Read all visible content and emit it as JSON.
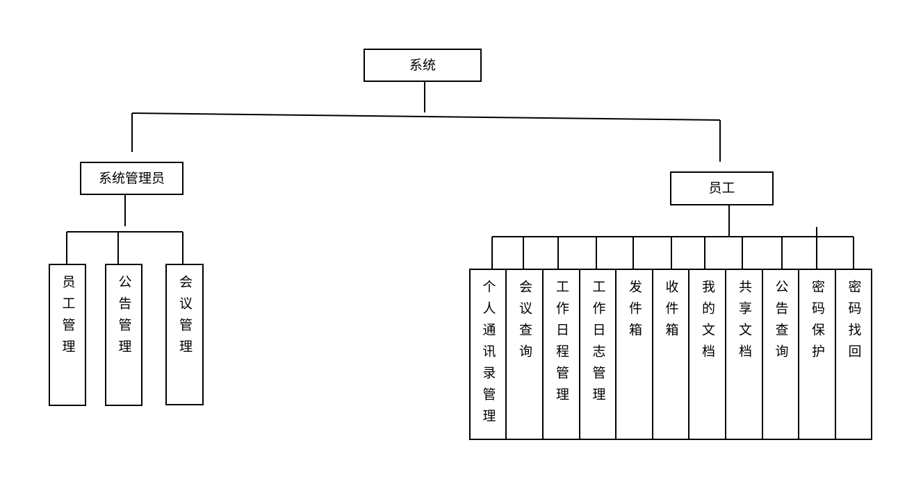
{
  "root": {
    "label": "系统"
  },
  "admin": {
    "label": "系统管理员",
    "children": [
      "员工管理",
      "公告管理",
      "会议管理"
    ]
  },
  "employee": {
    "label": "员工",
    "children": [
      "个人通讯录管理",
      "会议查询",
      "工作日程管理",
      "工作日志管理",
      "发件箱",
      "收件箱",
      "我的文档",
      "共享文档",
      "公告查询",
      "密码保护",
      "密码找回"
    ]
  }
}
